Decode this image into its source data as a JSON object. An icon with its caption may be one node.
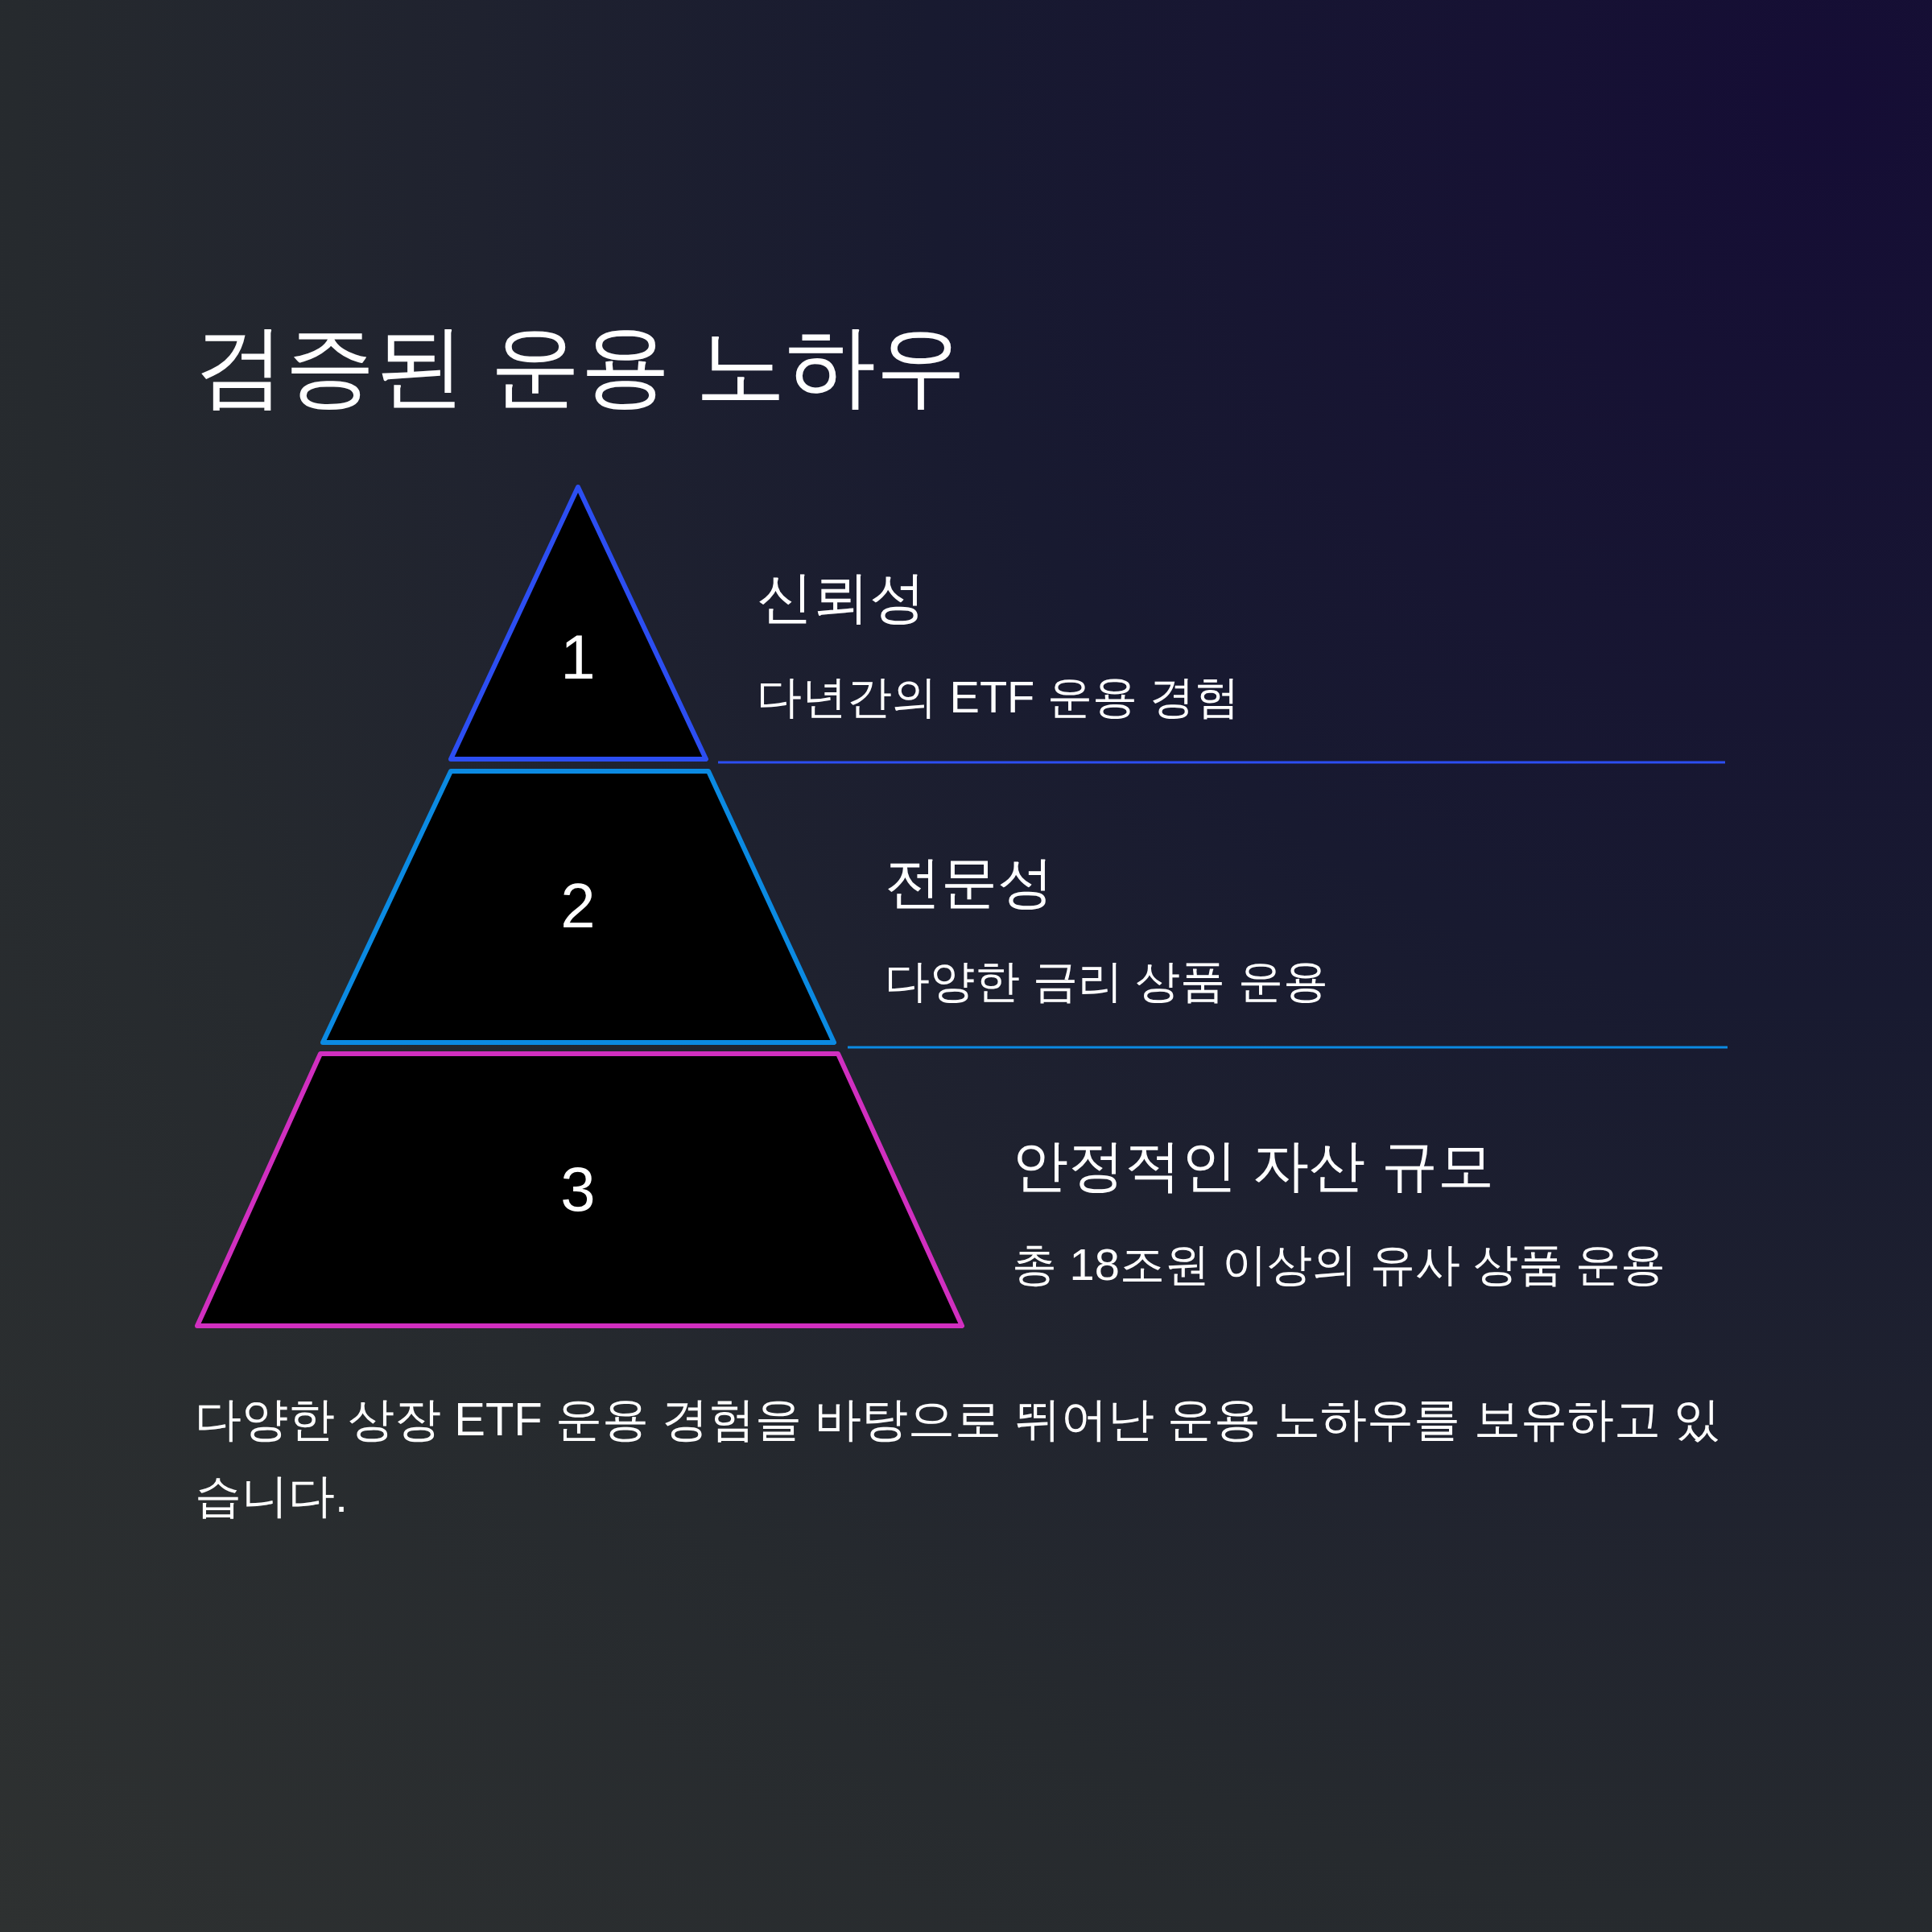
{
  "diagram": {
    "title": "검증된 운용 노하우",
    "caption": "다양한 상장 ETF 운용 경험을 바탕으로 뛰어난 운용 노하우를 보유하고 있습니다.",
    "nodes": [
      {
        "text": [
          "1"
        ],
        "beside": [
          "신뢰성",
          "다년간의 ETF 운용 경험"
        ]
      },
      {
        "text": [
          "2"
        ],
        "beside": [
          "전문성",
          "다양한 금리 상품 운용"
        ]
      },
      {
        "text": [
          "3"
        ],
        "beside": [
          "안정적인 자산 규모",
          "총 18조원 이상의 유사 상품 운용"
        ]
      }
    ]
  }
}
